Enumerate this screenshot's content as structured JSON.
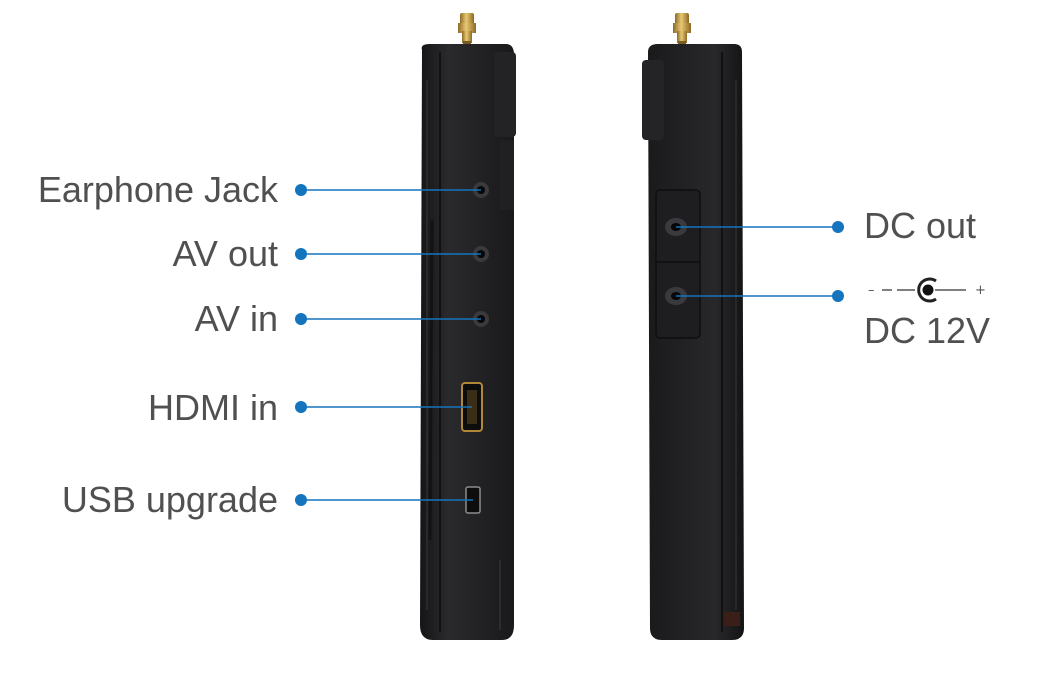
{
  "colors": {
    "accent": "#1574be",
    "label_text": "#505050",
    "device_body": "#1b1b1d",
    "connector_gold": "#c9a24a"
  },
  "left_side": {
    "labels": {
      "earphone": "Earphone Jack",
      "av_out": "AV out",
      "av_in": "AV in",
      "hdmi": "HDMI in",
      "usb": "USB upgrade"
    }
  },
  "right_side": {
    "labels": {
      "dc_out": "DC out",
      "dc_in": "DC 12V"
    },
    "polarity": {
      "negative": "–",
      "positive": "+"
    }
  },
  "icons": {
    "polarity_symbol": "center-positive-polarity-icon",
    "antenna": "sma-antenna-connector"
  }
}
